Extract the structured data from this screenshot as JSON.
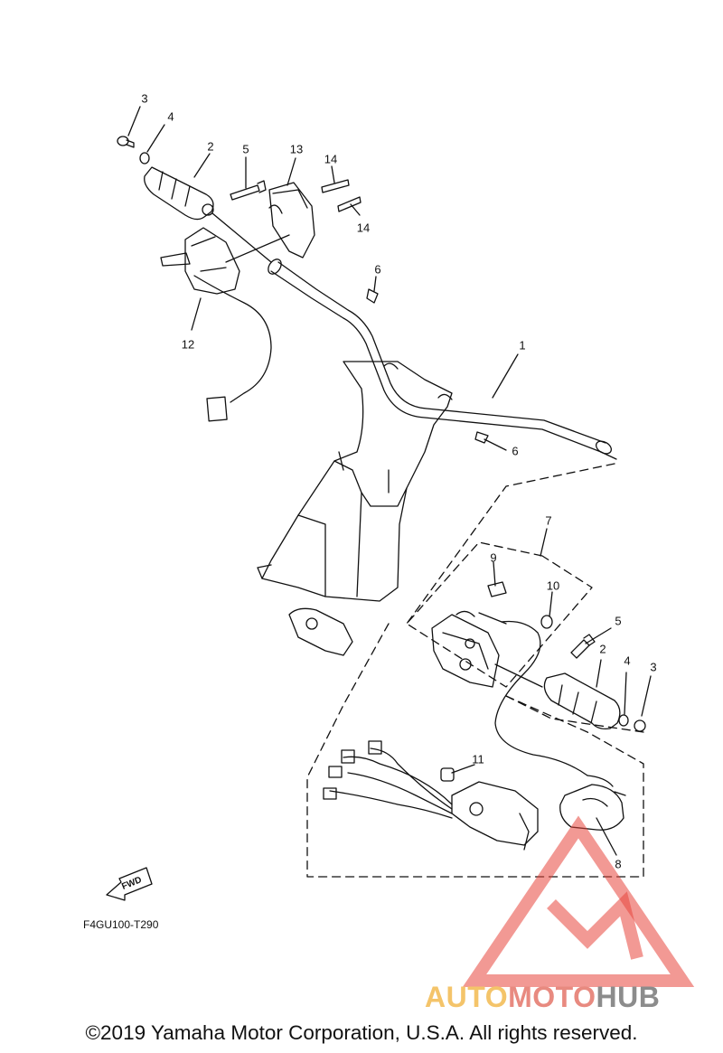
{
  "callouts": {
    "c1": "1",
    "c2_top": "2",
    "c3_top": "3",
    "c4_top": "4",
    "c5_top": "5",
    "c6_top": "6",
    "c6_mid": "6",
    "c7": "7",
    "c8": "8",
    "c9": "9",
    "c10": "10",
    "c11": "11",
    "c12": "12",
    "c13": "13",
    "c14_a": "14",
    "c14_b": "14",
    "c2_right": "2",
    "c3_right": "3",
    "c4_right": "4",
    "c5_right": "5"
  },
  "fwd_label": "FWD",
  "diagram_code": "F4GU100-T290",
  "copyright": "©2019 Yamaha Motor Corporation, U.S.A. All rights reserved.",
  "watermark": {
    "part1": "AUTO",
    "part2": "MOTO",
    "part3": "HUB",
    "colors": {
      "auto": "#f4c46a",
      "moto": "#e88a80",
      "hub": "#8c8c8c",
      "triangle": "#e8463c"
    }
  }
}
